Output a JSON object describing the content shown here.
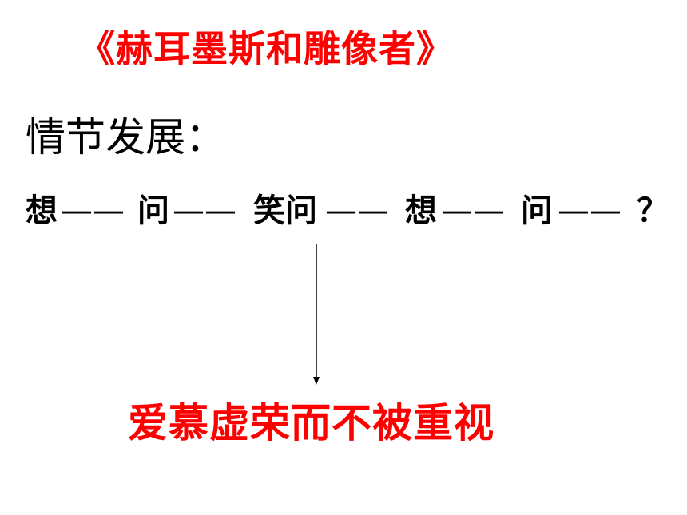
{
  "title": "《赫耳墨斯和雕像者》",
  "subheading": "情节发展：",
  "plot": {
    "steps": [
      "想",
      "问",
      "笑问",
      "想",
      "问",
      "？"
    ],
    "connector": "——"
  },
  "result": "爱慕虚荣而不被重视",
  "colors": {
    "accent": "#ff0000",
    "text": "#000000",
    "background": "#ffffff"
  }
}
